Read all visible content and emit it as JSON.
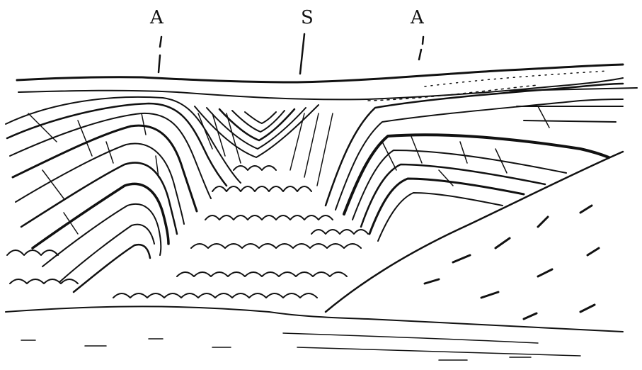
{
  "labels": {
    "anticline_left": "A",
    "syncline": "S",
    "anticline_right": "A"
  },
  "colors": {
    "ink": "#111111",
    "paper": "#ffffff"
  }
}
